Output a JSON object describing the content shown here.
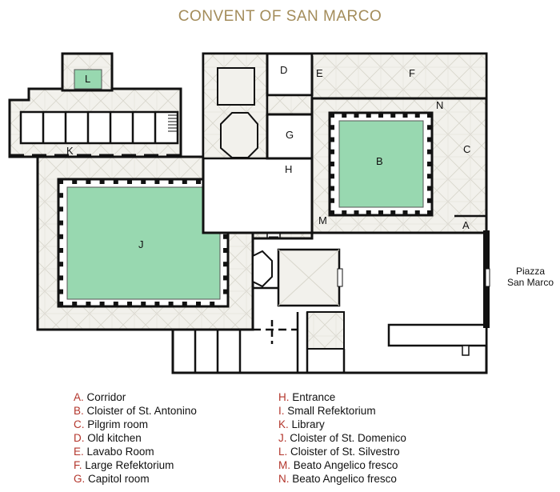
{
  "title": "CONVENT OF SAN MARCO",
  "piazza": {
    "line1": "Piazza",
    "line2": "San Marco"
  },
  "colors": {
    "garden": "#98d8b0",
    "walkway": "#f2f1ec",
    "wall": "#111111",
    "legend_key": "#b3352b",
    "title": "#a38c5a"
  },
  "plan_labels": {
    "A": "A",
    "B": "B",
    "C": "C",
    "D": "D",
    "E": "E",
    "F": "F",
    "G": "G",
    "H": "H",
    "J": "J",
    "K": "K",
    "L": "L",
    "M": "M",
    "N": "N"
  },
  "legend": {
    "left": [
      {
        "key": "A.",
        "name": "Corridor"
      },
      {
        "key": "B.",
        "name": "Cloister of St. Antonino"
      },
      {
        "key": "C.",
        "name": "Pilgrim room"
      },
      {
        "key": "D.",
        "name": "Old kitchen"
      },
      {
        "key": "E.",
        "name": "Lavabo Room"
      },
      {
        "key": "F.",
        "name": "Large Refektorium"
      },
      {
        "key": "G.",
        "name": "Capitol room"
      }
    ],
    "right": [
      {
        "key": "H.",
        "name": "Entrance"
      },
      {
        "key": "I.",
        "name": "Small Refektorium"
      },
      {
        "key": "K.",
        "name": "Library"
      },
      {
        "key": "J.",
        "name": "Cloister of St. Domenico"
      },
      {
        "key": "L.",
        "name": "Cloister of St. Silvestro"
      },
      {
        "key": "M.",
        "name": "Beato Angelico fresco"
      },
      {
        "key": "N.",
        "name": "Beato Angelico fresco"
      }
    ]
  }
}
